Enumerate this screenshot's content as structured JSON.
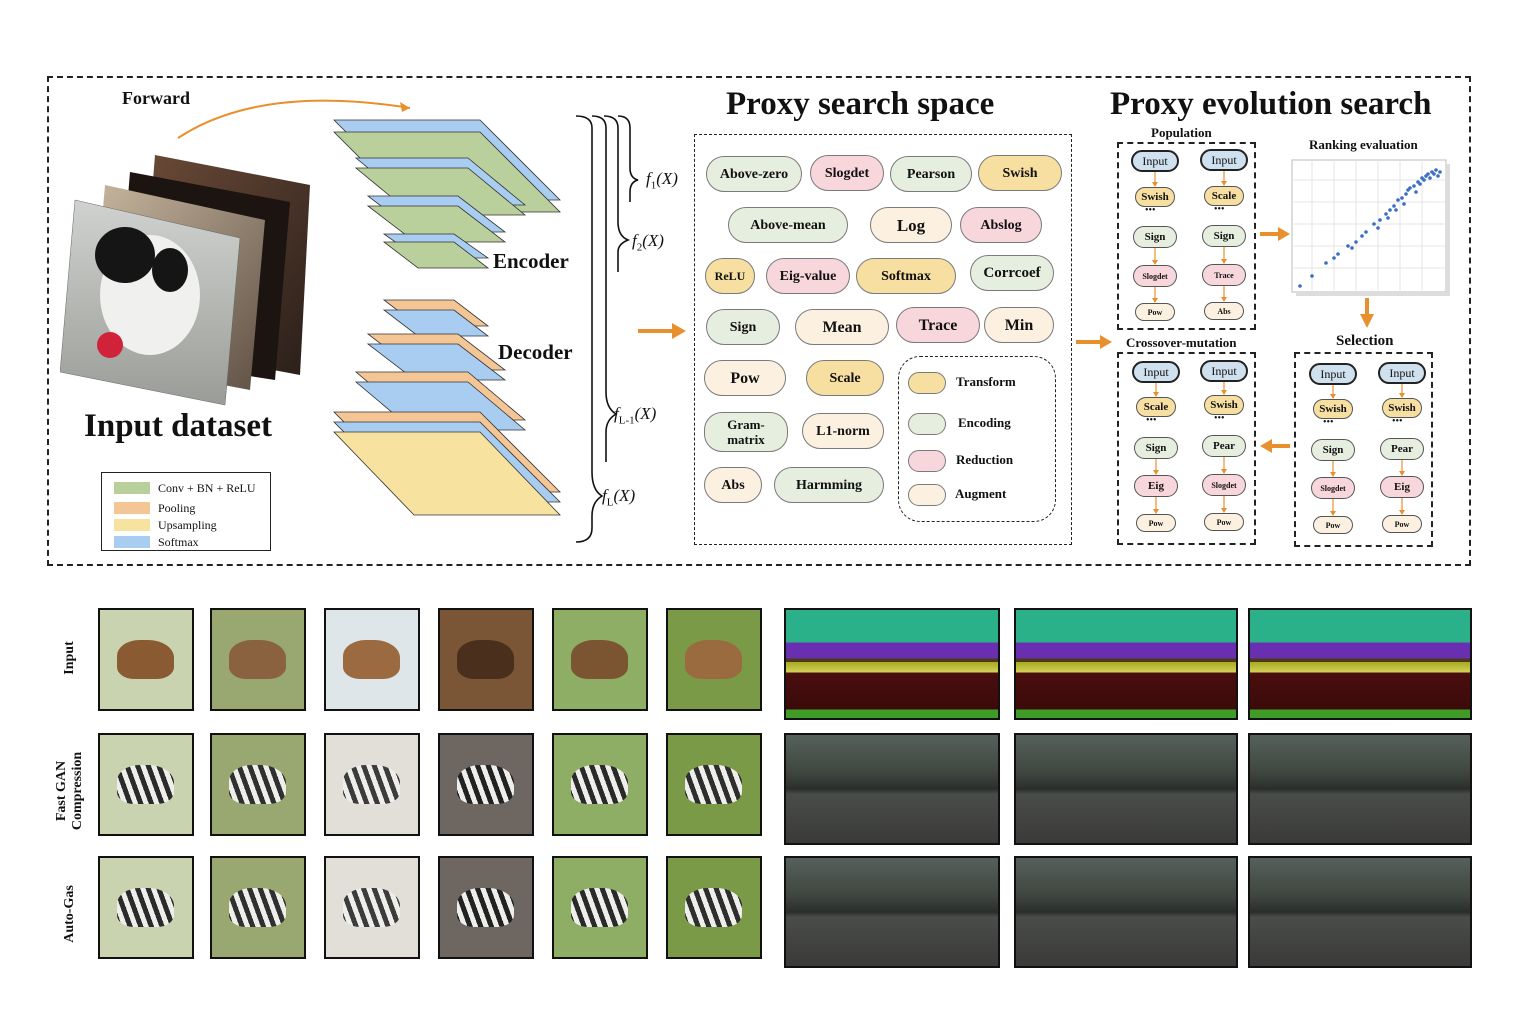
{
  "top": {
    "forward_label": "Forward",
    "input_dataset_label": "Input dataset",
    "encoder_label": "Encoder",
    "decoder_label": "Decoder",
    "f1": "f",
    "f1_sub": "1",
    "f2_sub": "2",
    "fl1_sub": "L-1",
    "fl_sub": "L",
    "fx": "(X)"
  },
  "legend": [
    {
      "label": "Conv + BN + ReLU",
      "color": "#b9cf9c"
    },
    {
      "label": "Pooling",
      "color": "#f4c595"
    },
    {
      "label": "Upsampling",
      "color": "#f7e2a0"
    },
    {
      "label": "Softmax",
      "color": "#a9cdf1"
    }
  ],
  "proxy_search_space": {
    "title": "Proxy search space",
    "ops": {
      "above_zero": "Above-zero",
      "slogdet": "Slogdet",
      "pearson": "Pearson",
      "swish": "Swish",
      "above_mean": "Above-mean",
      "log": "Log",
      "abslog": "Abslog",
      "relu": "ReLU",
      "eig_value": "Eig-value",
      "softmax": "Softmax",
      "corrcoef": "Corrcoef",
      "sign": "Sign",
      "mean": "Mean",
      "trace": "Trace",
      "min": "Min",
      "pow": "Pow",
      "scale": "Scale",
      "gram_matrix": "Gram-\nmatrix",
      "l1_norm": "L1-norm",
      "abs": "Abs",
      "harmming": "Harmming"
    },
    "categories": {
      "transform": "Transform",
      "encoding": "Encoding",
      "reduction": "Reduction",
      "augment": "Augment"
    }
  },
  "proxy_evolution_search": {
    "title": "Proxy evolution search",
    "population_label": "Population",
    "ranking_label": "Ranking evaluation",
    "selection_label": "Selection",
    "crossover_label": "Crossover-mutation",
    "input": "Input",
    "dots": "•••",
    "population": [
      [
        "Swish",
        "Sign",
        "Slogdet",
        "Pow"
      ],
      [
        "Scale",
        "Sign",
        "Trace",
        "Abs"
      ]
    ],
    "crossover": [
      [
        "Scale",
        "Sign",
        "Eig",
        "Pow"
      ],
      [
        "Swish",
        "Pear",
        "Slogdet",
        "Pow"
      ]
    ],
    "selection": [
      [
        "Swish",
        "Sign",
        "Slogdet",
        "Pow"
      ],
      [
        "Swish",
        "Pear",
        "Eig",
        "Pow"
      ]
    ]
  },
  "results": {
    "row_labels": [
      "Input",
      "Fast GAN\nCompression",
      "Auto-Gas"
    ]
  },
  "colors": {
    "arrow": "#e8902e",
    "dashed_border": "#222222"
  }
}
